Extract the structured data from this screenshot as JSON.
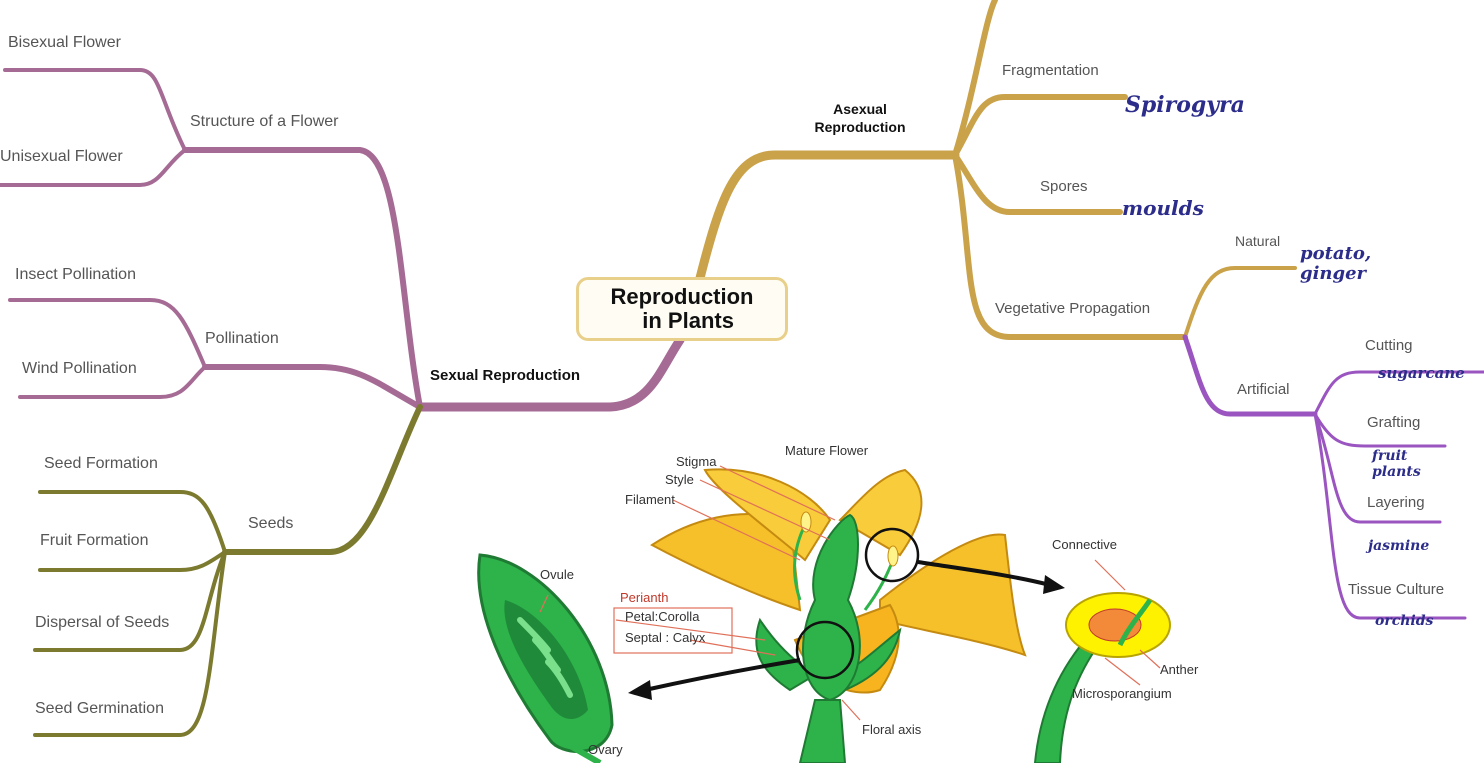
{
  "central_topic": "Reproduction\n  in Plants",
  "sexual": {
    "label": "Sexual Reproduction",
    "structure": {
      "label": "Structure of a Flower",
      "items": [
        "Bisexual Flower",
        "Unisexual Flower"
      ]
    },
    "pollination": {
      "label": "Pollination",
      "items": [
        "Insect Pollination",
        "Wind Pollination"
      ]
    },
    "seeds": {
      "label": "Seeds",
      "items": [
        "Seed Formation",
        "Fruit Formation",
        "Dispersal of Seeds",
        "Seed Germination"
      ]
    }
  },
  "asexual": {
    "label_line1": "Asexual",
    "label_line2": "Reproduction",
    "fragmentation": {
      "label": "Fragmentation",
      "example": "Spirogyra"
    },
    "spores": {
      "label": "Spores",
      "example": "moulds"
    },
    "vegetative": {
      "label": "Vegetative Propagation",
      "natural": {
        "label": "Natural",
        "example_line1": "potato,",
        "example_line2": "ginger"
      },
      "artificial": {
        "label": "Artificial",
        "cutting": {
          "label": "Cutting",
          "example": "sugarcane"
        },
        "grafting": {
          "label": "Grafting",
          "example_line1": "fruit",
          "example_line2": "plants"
        },
        "layering": {
          "label": "Layering",
          "example": "jasmine"
        },
        "tissue": {
          "label": "Tissue Culture",
          "example": "orchids"
        }
      }
    }
  },
  "flower_diagram": {
    "mature_flower": "Mature Flower",
    "stigma": "Stigma",
    "style": "Style",
    "filament": "Filament",
    "ovule": "Ovule",
    "perianth": "Perianth",
    "petal": "Petal:Corolla",
    "sepal": "Septal : Calyx",
    "connective": "Connective",
    "anther": "Anther",
    "microsporangium": "Microsporangium",
    "floral_axis": "Floral axis",
    "ovary": "Ovary"
  },
  "colors": {
    "sexual_branch": "#a56b95",
    "seeds_branch": "#7c7a2e",
    "asexual_branch": "#c9a24a",
    "artificial_branch": "#9a55c0",
    "example_text": "#2c2c8a",
    "petal": "#f5c02a",
    "green": "#2db34a"
  }
}
